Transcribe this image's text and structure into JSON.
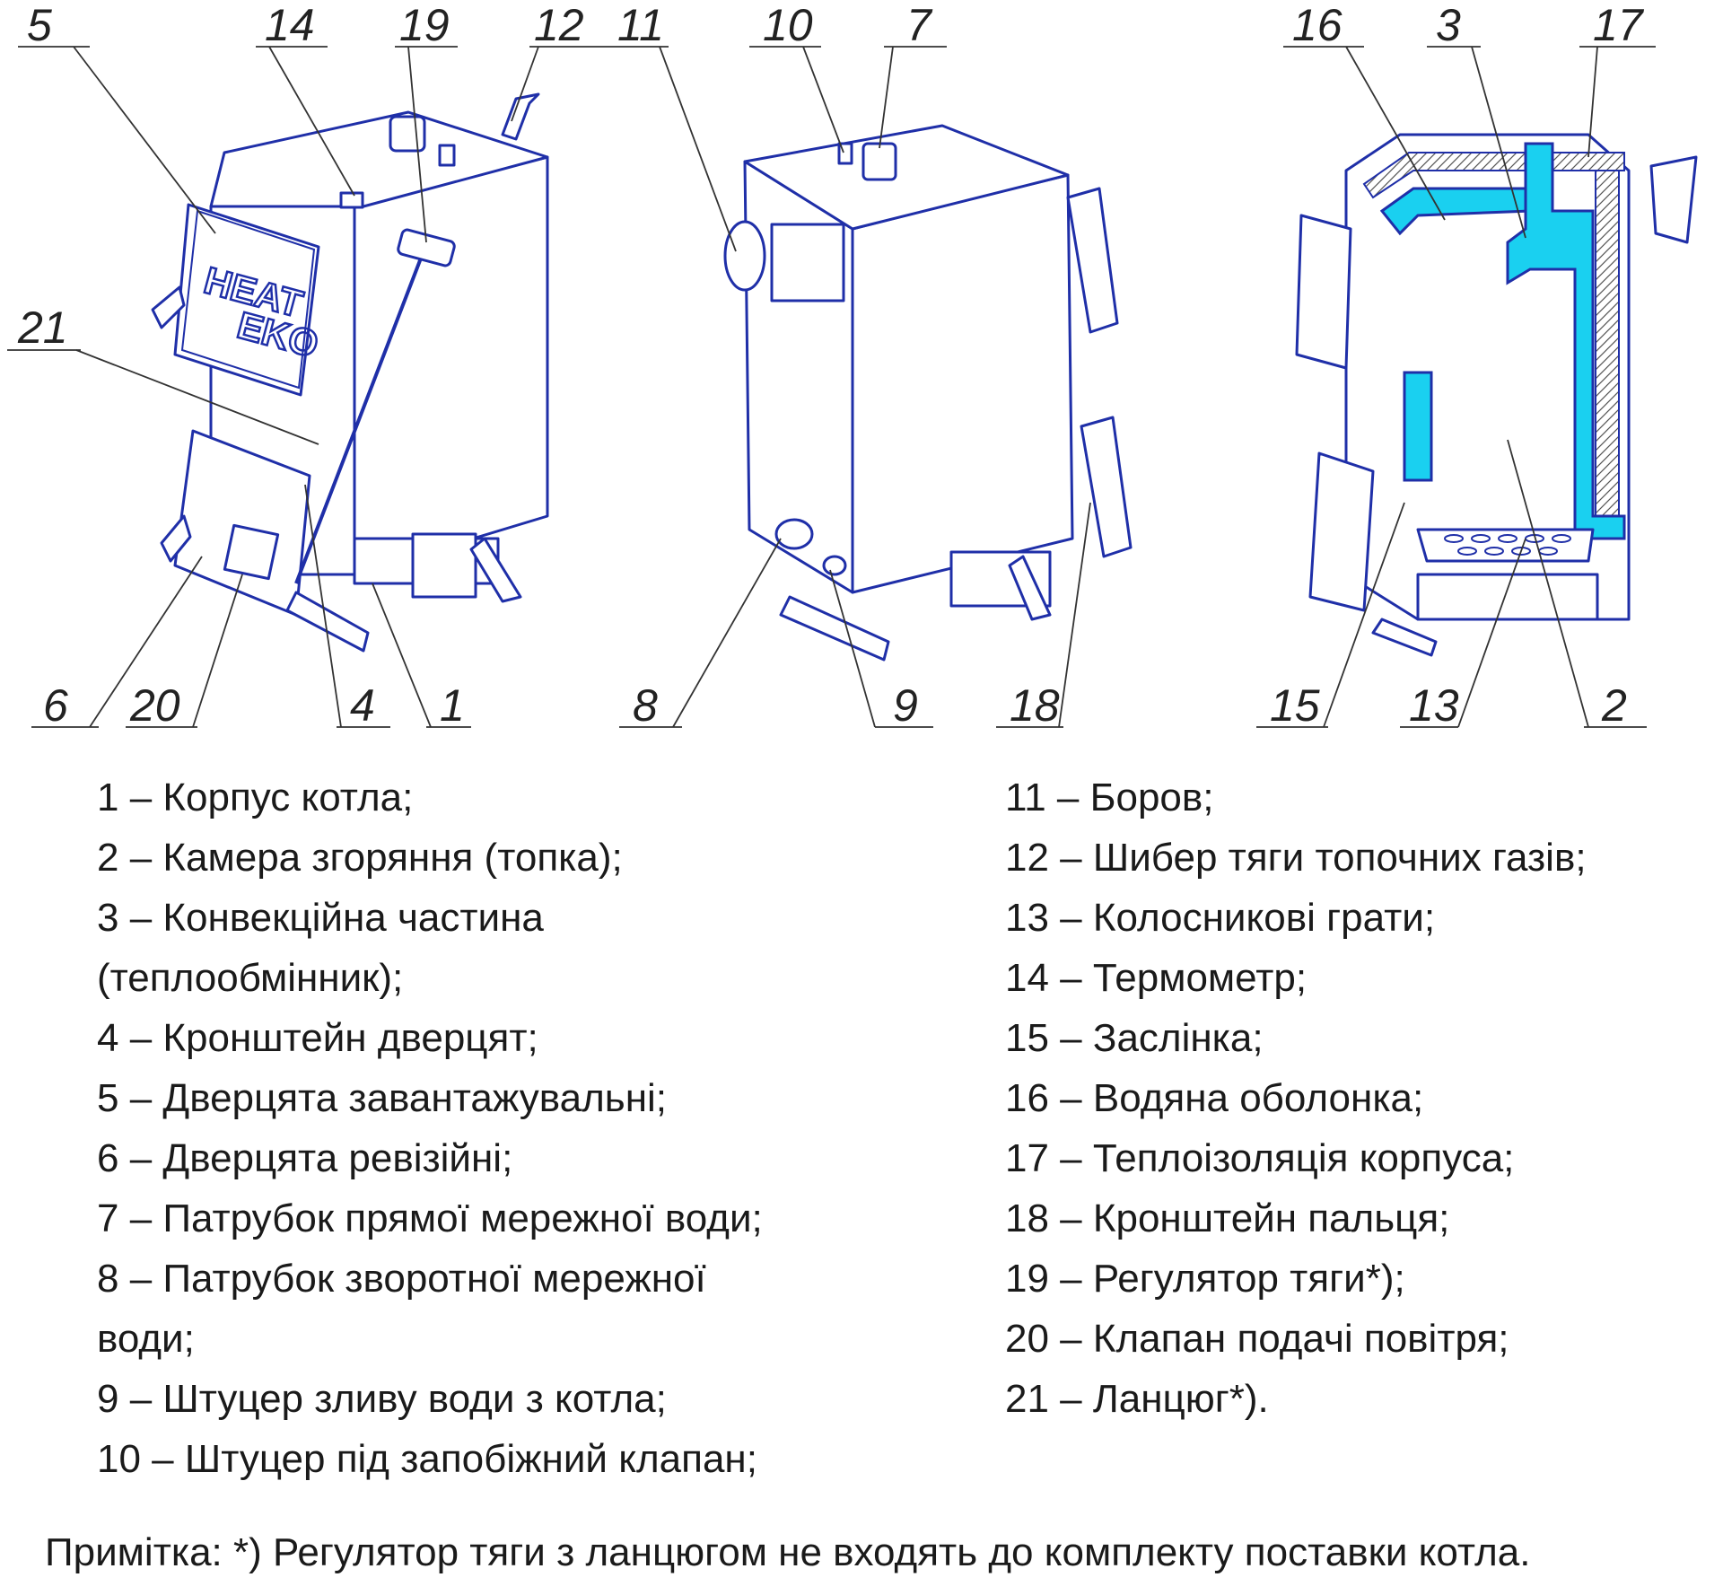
{
  "callouts": {
    "n1": "1",
    "n2": "2",
    "n3": "3",
    "n4": "4",
    "n5": "5",
    "n6": "6",
    "n7": "7",
    "n8": "8",
    "n9": "9",
    "n10": "10",
    "n11": "11",
    "n12": "12",
    "n13": "13",
    "n14": "14",
    "n15": "15",
    "n16": "16",
    "n17": "17",
    "n18": "18",
    "n19": "19",
    "n20": "20",
    "n21": "21"
  },
  "logo": {
    "line1": "HEAT",
    "line2": "EKO"
  },
  "legend_left": [
    "1 – Корпус котла;",
    "2 – Камера згоряння (топка);",
    "3 – Конвекційна частина (теплообмінник);",
    "4 – Кронштейн дверцят;",
    "5 – Дверцята завантажувальні;",
    "6 – Дверцята ревізійні;",
    "7 – Патрубок прямої мережної води;",
    "8 – Патрубок зворотної мережної води;",
    "9 – Штуцер зливу води з котла;",
    "10 – Штуцер під запобіжний клапан;"
  ],
  "legend_right": [
    "11 – Боров;",
    "12 – Шибер тяги топочних газів;",
    "13 – Колосникові грати;",
    "14 – Термометр;",
    "15 – Заслінка;",
    "16 – Водяна оболонка;",
    "17 – Теплоізоляція корпуса;",
    "18 – Кронштейн пальця;",
    "19 – Регулятор тяги*);",
    "20 – Клапан подачі повітря;",
    "21 – Ланцюг*)."
  ],
  "note": "Примітка: *) Регулятор тяги з ланцюгом не входять до комплекту поставки котла.",
  "colors": {
    "outline": "#1f2fa8",
    "water_jacket": "#1ad0f0",
    "text": "#1a1a1a"
  }
}
